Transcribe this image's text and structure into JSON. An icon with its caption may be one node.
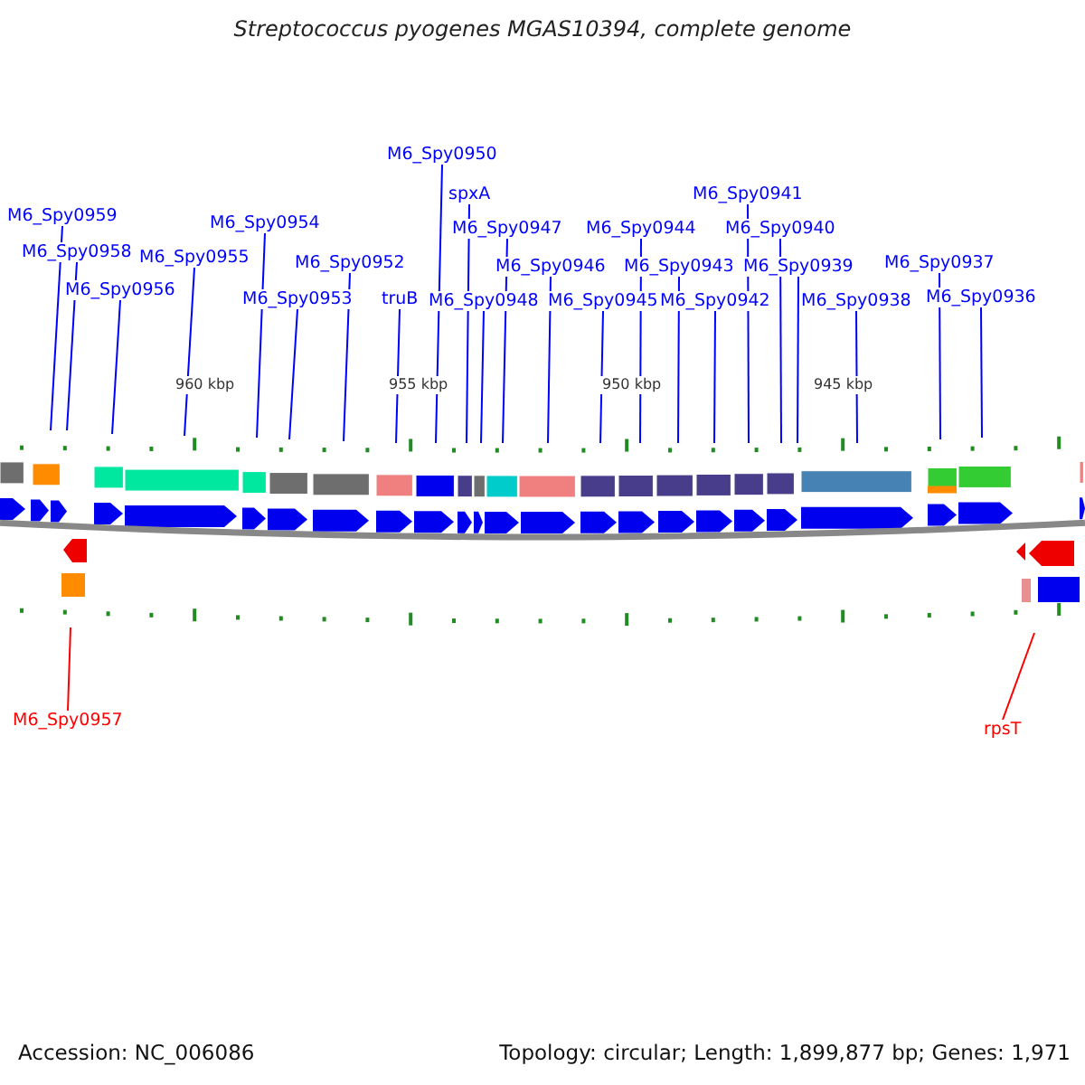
{
  "diagram": {
    "title": "Streptococcus pyogenes MGAS10394, complete genome",
    "nodes": [
      {
        "text": [
          "M6_Spy0959"
        ]
      },
      {
        "text": [
          "M6_Spy0958"
        ]
      },
      {
        "text": [
          "M6_Spy0956"
        ]
      },
      {
        "text": [
          "M6_Spy0955"
        ]
      },
      {
        "text": [
          "M6_Spy0954"
        ]
      },
      {
        "text": [
          "M6_Spy0953"
        ]
      },
      {
        "text": [
          "M6_Spy0952"
        ]
      },
      {
        "text": [
          "truB"
        ]
      },
      {
        "text": [
          "M6_Spy0950"
        ]
      },
      {
        "text": [
          "spxA"
        ]
      },
      {
        "text": [
          "M6_Spy0948"
        ]
      },
      {
        "text": [
          "M6_Spy0947"
        ]
      },
      {
        "text": [
          "M6_Spy0946"
        ]
      },
      {
        "text": [
          "M6_Spy0945"
        ]
      },
      {
        "text": [
          "M6_Spy0944"
        ]
      },
      {
        "text": [
          "M6_Spy0943"
        ]
      },
      {
        "text": [
          "M6_Spy0942"
        ]
      },
      {
        "text": [
          "M6_Spy0941"
        ]
      },
      {
        "text": [
          "M6_Spy0940"
        ]
      },
      {
        "text": [
          "M6_Spy0939"
        ]
      },
      {
        "text": [
          "M6_Spy0938"
        ]
      },
      {
        "text": [
          "M6_Spy0937"
        ]
      },
      {
        "text": [
          "M6_Spy0936"
        ]
      },
      {
        "text": [
          "M6_Spy0957"
        ]
      },
      {
        "text": [
          "rpsT"
        ]
      }
    ],
    "edges": [
      {
        "from": 0,
        "to": null,
        "arrow": "none"
      },
      {
        "from": 1,
        "to": null,
        "arrow": "none"
      },
      {
        "from": 2,
        "to": null,
        "arrow": "none"
      },
      {
        "from": 3,
        "to": null,
        "arrow": "none"
      },
      {
        "from": 4,
        "to": null,
        "arrow": "none"
      },
      {
        "from": 5,
        "to": null,
        "arrow": "none"
      },
      {
        "from": 6,
        "to": null,
        "arrow": "none"
      },
      {
        "from": 7,
        "to": null,
        "arrow": "none"
      },
      {
        "from": 8,
        "to": null,
        "arrow": "none"
      },
      {
        "from": 9,
        "to": null,
        "arrow": "none"
      },
      {
        "from": 10,
        "to": null,
        "arrow": "none"
      },
      {
        "from": 11,
        "to": null,
        "arrow": "none"
      },
      {
        "from": 12,
        "to": null,
        "arrow": "none"
      },
      {
        "from": 13,
        "to": null,
        "arrow": "none"
      },
      {
        "from": 14,
        "to": null,
        "arrow": "none"
      },
      {
        "from": 15,
        "to": null,
        "arrow": "none"
      },
      {
        "from": 16,
        "to": null,
        "arrow": "none"
      },
      {
        "from": 17,
        "to": null,
        "arrow": "none"
      },
      {
        "from": 18,
        "to": null,
        "arrow": "none"
      },
      {
        "from": 19,
        "to": null,
        "arrow": "none"
      },
      {
        "from": 20,
        "to": null,
        "arrow": "none"
      },
      {
        "from": 21,
        "to": null,
        "arrow": "none"
      },
      {
        "from": 22,
        "to": null,
        "arrow": "none"
      },
      {
        "from": 23,
        "to": null,
        "arrow": "none",
        "color": "#ff0000"
      },
      {
        "from": 24,
        "to": null,
        "arrow": "none",
        "color": "#ff0000"
      }
    ],
    "labels": [
      "960 kbp",
      "955 kbp",
      "950 kbp",
      "945 kbp",
      "Accession: NC_006086",
      "Topology: circular; Length: 1,899,877 bp; Genes: 1,971"
    ]
  }
}
